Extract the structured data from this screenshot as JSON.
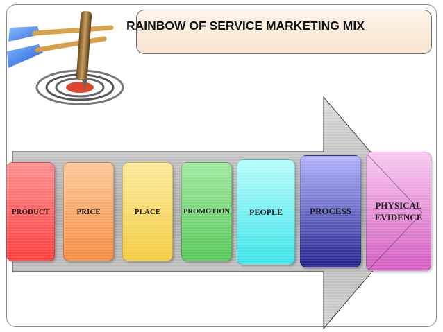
{
  "title": "RAINBOW OF SERVICE MARKETING MIX",
  "mix_items": [
    {
      "label": "PRODUCT",
      "color_top": "#ff8f8f",
      "color_bottom": "#ff3a3a"
    },
    {
      "label": "PRICE",
      "color_top": "#fcc79a",
      "color_bottom": "#f58a3d"
    },
    {
      "label": "PLACE",
      "color_top": "#fbe99a",
      "color_bottom": "#f3cb3c"
    },
    {
      "label": "PROMOTION",
      "color_top": "#9fe79f",
      "color_bottom": "#54c654"
    },
    {
      "label": "PEOPLE",
      "color_top": "#b7fbfb",
      "color_bottom": "#38e3e8"
    },
    {
      "label": "PROCESS",
      "color_top": "#b3b3ff",
      "color_bottom": "#1f1f8a"
    },
    {
      "label": "PHYSICAL EVIDENCE",
      "color_top": "#f8c7ef",
      "color_bottom": "#d25ac0"
    }
  ],
  "icon": "dartboard-with-darts-icon"
}
